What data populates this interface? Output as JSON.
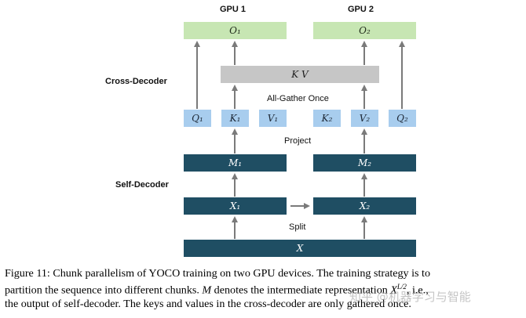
{
  "gpu_labels": {
    "gpu1": "GPU 1",
    "gpu2": "GPU 2"
  },
  "section_labels": {
    "cross_decoder": "Cross-Decoder",
    "self_decoder": "Self-Decoder"
  },
  "boxes": {
    "o1": "O₁",
    "o2": "O₂",
    "kv": "K V",
    "q1": "Q₁",
    "k1": "K₁",
    "v1": "V₁",
    "k2": "K₂",
    "v2": "V₂",
    "q2": "Q₂",
    "m1": "M₁",
    "m2": "M₂",
    "x1": "X₁",
    "x2": "X₂",
    "x": "X"
  },
  "step_labels": {
    "all_gather": "All-Gather Once",
    "project": "Project",
    "split": "Split"
  },
  "caption": {
    "line1": "Figure 11: Chunk parallelism of YOCO training on two GPU devices. The training strategy is to",
    "line2_a": "partition the sequence into different chunks. ",
    "line2_m": "M",
    "line2_b": " denotes the intermediate representation ",
    "line2_x": "X",
    "line2_sup": "L/2",
    "line2_c": ", i.e.,",
    "line3": "the output of self-decoder. The keys and values in the cross-decoder are only gathered once."
  },
  "watermark": "知乎 @机器学习与智能"
}
